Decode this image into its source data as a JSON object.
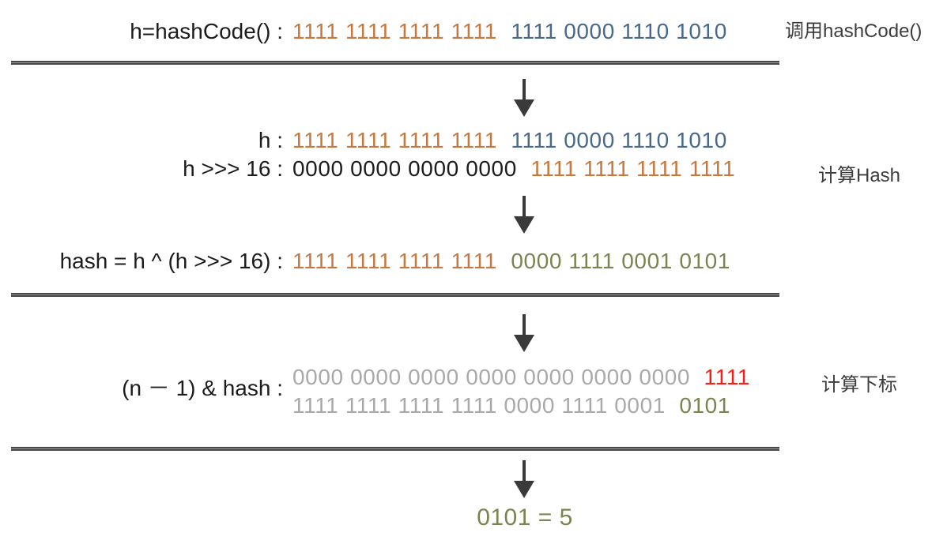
{
  "colors": {
    "orange": "#C8783E",
    "blue": "#46698C",
    "olive_green": "#7A8450",
    "red": "#FB1D15",
    "gray": "#A9A9A9",
    "text_black": "#1C1C1C",
    "divider": "#474747",
    "arrow": "#3A3A3A",
    "side_label_text": "#3D3D3D"
  },
  "diagram": {
    "step_call_hashcode": {
      "side_label": "调用hashCode()",
      "row_hashcode": {
        "label": "h=hashCode() :",
        "bits_high": "1111 1111 1111 1111",
        "bits_low": "1111 0000 1110 1010"
      }
    },
    "step_compute_hash": {
      "side_label": "计算Hash",
      "row_h": {
        "label": "h :",
        "bits_high": "1111 1111 1111 1111",
        "bits_low": "1111 0000 1110 1010"
      },
      "row_h_shift": {
        "label": "h >>> 16 :",
        "bits_high": "0000 0000 0000 0000",
        "bits_low": "1111 1111 1111 1111"
      },
      "row_hash": {
        "label": "hash = h ^ (h >>> 16) :",
        "bits_high": "1111 1111 1111 1111",
        "bits_low": "0000 1111 0001 0101"
      }
    },
    "step_compute_index": {
      "side_label": "计算下标",
      "label": "(n － 1) & hash :",
      "row_n_minus_1": {
        "bits": "0000 0000 0000 0000 0000 0000 0000",
        "bits_highlight": "1111"
      },
      "row_hash_bits": {
        "bits": "1111 1111 1111 1111 0000 1111 0001",
        "bits_highlight": "0101"
      }
    },
    "result": "0101 = 5"
  }
}
